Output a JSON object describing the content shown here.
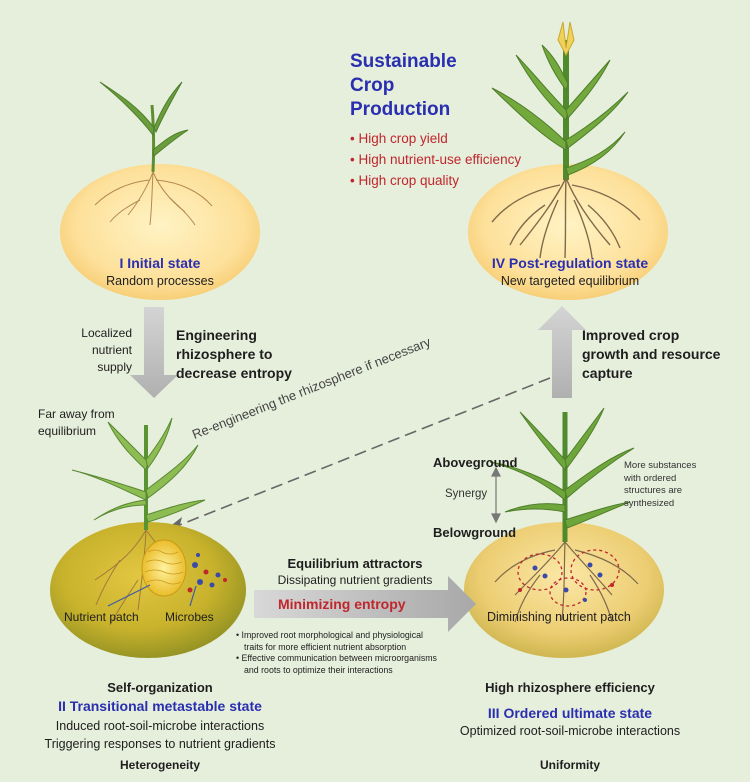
{
  "header": {
    "title": [
      "Sustainable",
      "Crop",
      "Production"
    ],
    "bullets": [
      "High crop yield",
      "High nutrient-use efficiency",
      "High crop quality"
    ]
  },
  "state1": {
    "title": "I  Initial state",
    "subtitle": "Random processes"
  },
  "state4": {
    "title": "IV Post-regulation state",
    "subtitle": "New targeted equilibrium"
  },
  "arrow_down": {
    "left_label": [
      "Localized",
      "nutrient",
      "supply"
    ],
    "right_label": [
      "Engineering",
      "rhizosphere to",
      "decrease entropy"
    ]
  },
  "arrow_up": {
    "label": [
      "Improved crop",
      "growth and resource",
      "capture"
    ]
  },
  "far_label": [
    "Far away from",
    "equilibrium"
  ],
  "dashed_label": "Re-engineering the rhizosphere if necessary",
  "state2": {
    "patch_label": "Nutrient patch",
    "microbes_label": "Microbes",
    "top_label": "Self-organization",
    "title": "II Transitional metastable state",
    "lines": [
      "Induced root-soil-microbe interactions",
      "Triggering responses to nutrient gradients"
    ],
    "bottom_label": "Heterogeneity"
  },
  "middle": {
    "attractors": "Equilibrium attractors",
    "dissipating": "Dissipating nutrient gradients",
    "minimizing": "Minimizing entropy",
    "bullets": [
      [
        "Improved root morphological and physiological",
        "traits for more efficient nutrient absorption"
      ],
      [
        "Effective communication between microorganisms",
        "and roots to optimize their interactions"
      ]
    ]
  },
  "state3": {
    "aboveground": "Aboveground",
    "synergy": "Synergy",
    "belowground": "Belowground",
    "side_note": [
      "More substances",
      "with ordered",
      "structures are",
      "synthesized"
    ],
    "patch_label": "Diminishing nutrient patch",
    "top_label": "High rhizosphere efficiency",
    "title": "III Ordered ultimate state",
    "line": "Optimized root-soil-microbe interactions",
    "bottom_label": "Uniformity"
  },
  "colors": {
    "background": "#e6eedc",
    "blue_title": "#2a2fb0",
    "red_text": "#c0262c",
    "soil_light": "#fde09a",
    "soil_dark": "#c8b830",
    "leaf": "#6a9e3c",
    "arrow_gray": "#c4c4c4"
  }
}
